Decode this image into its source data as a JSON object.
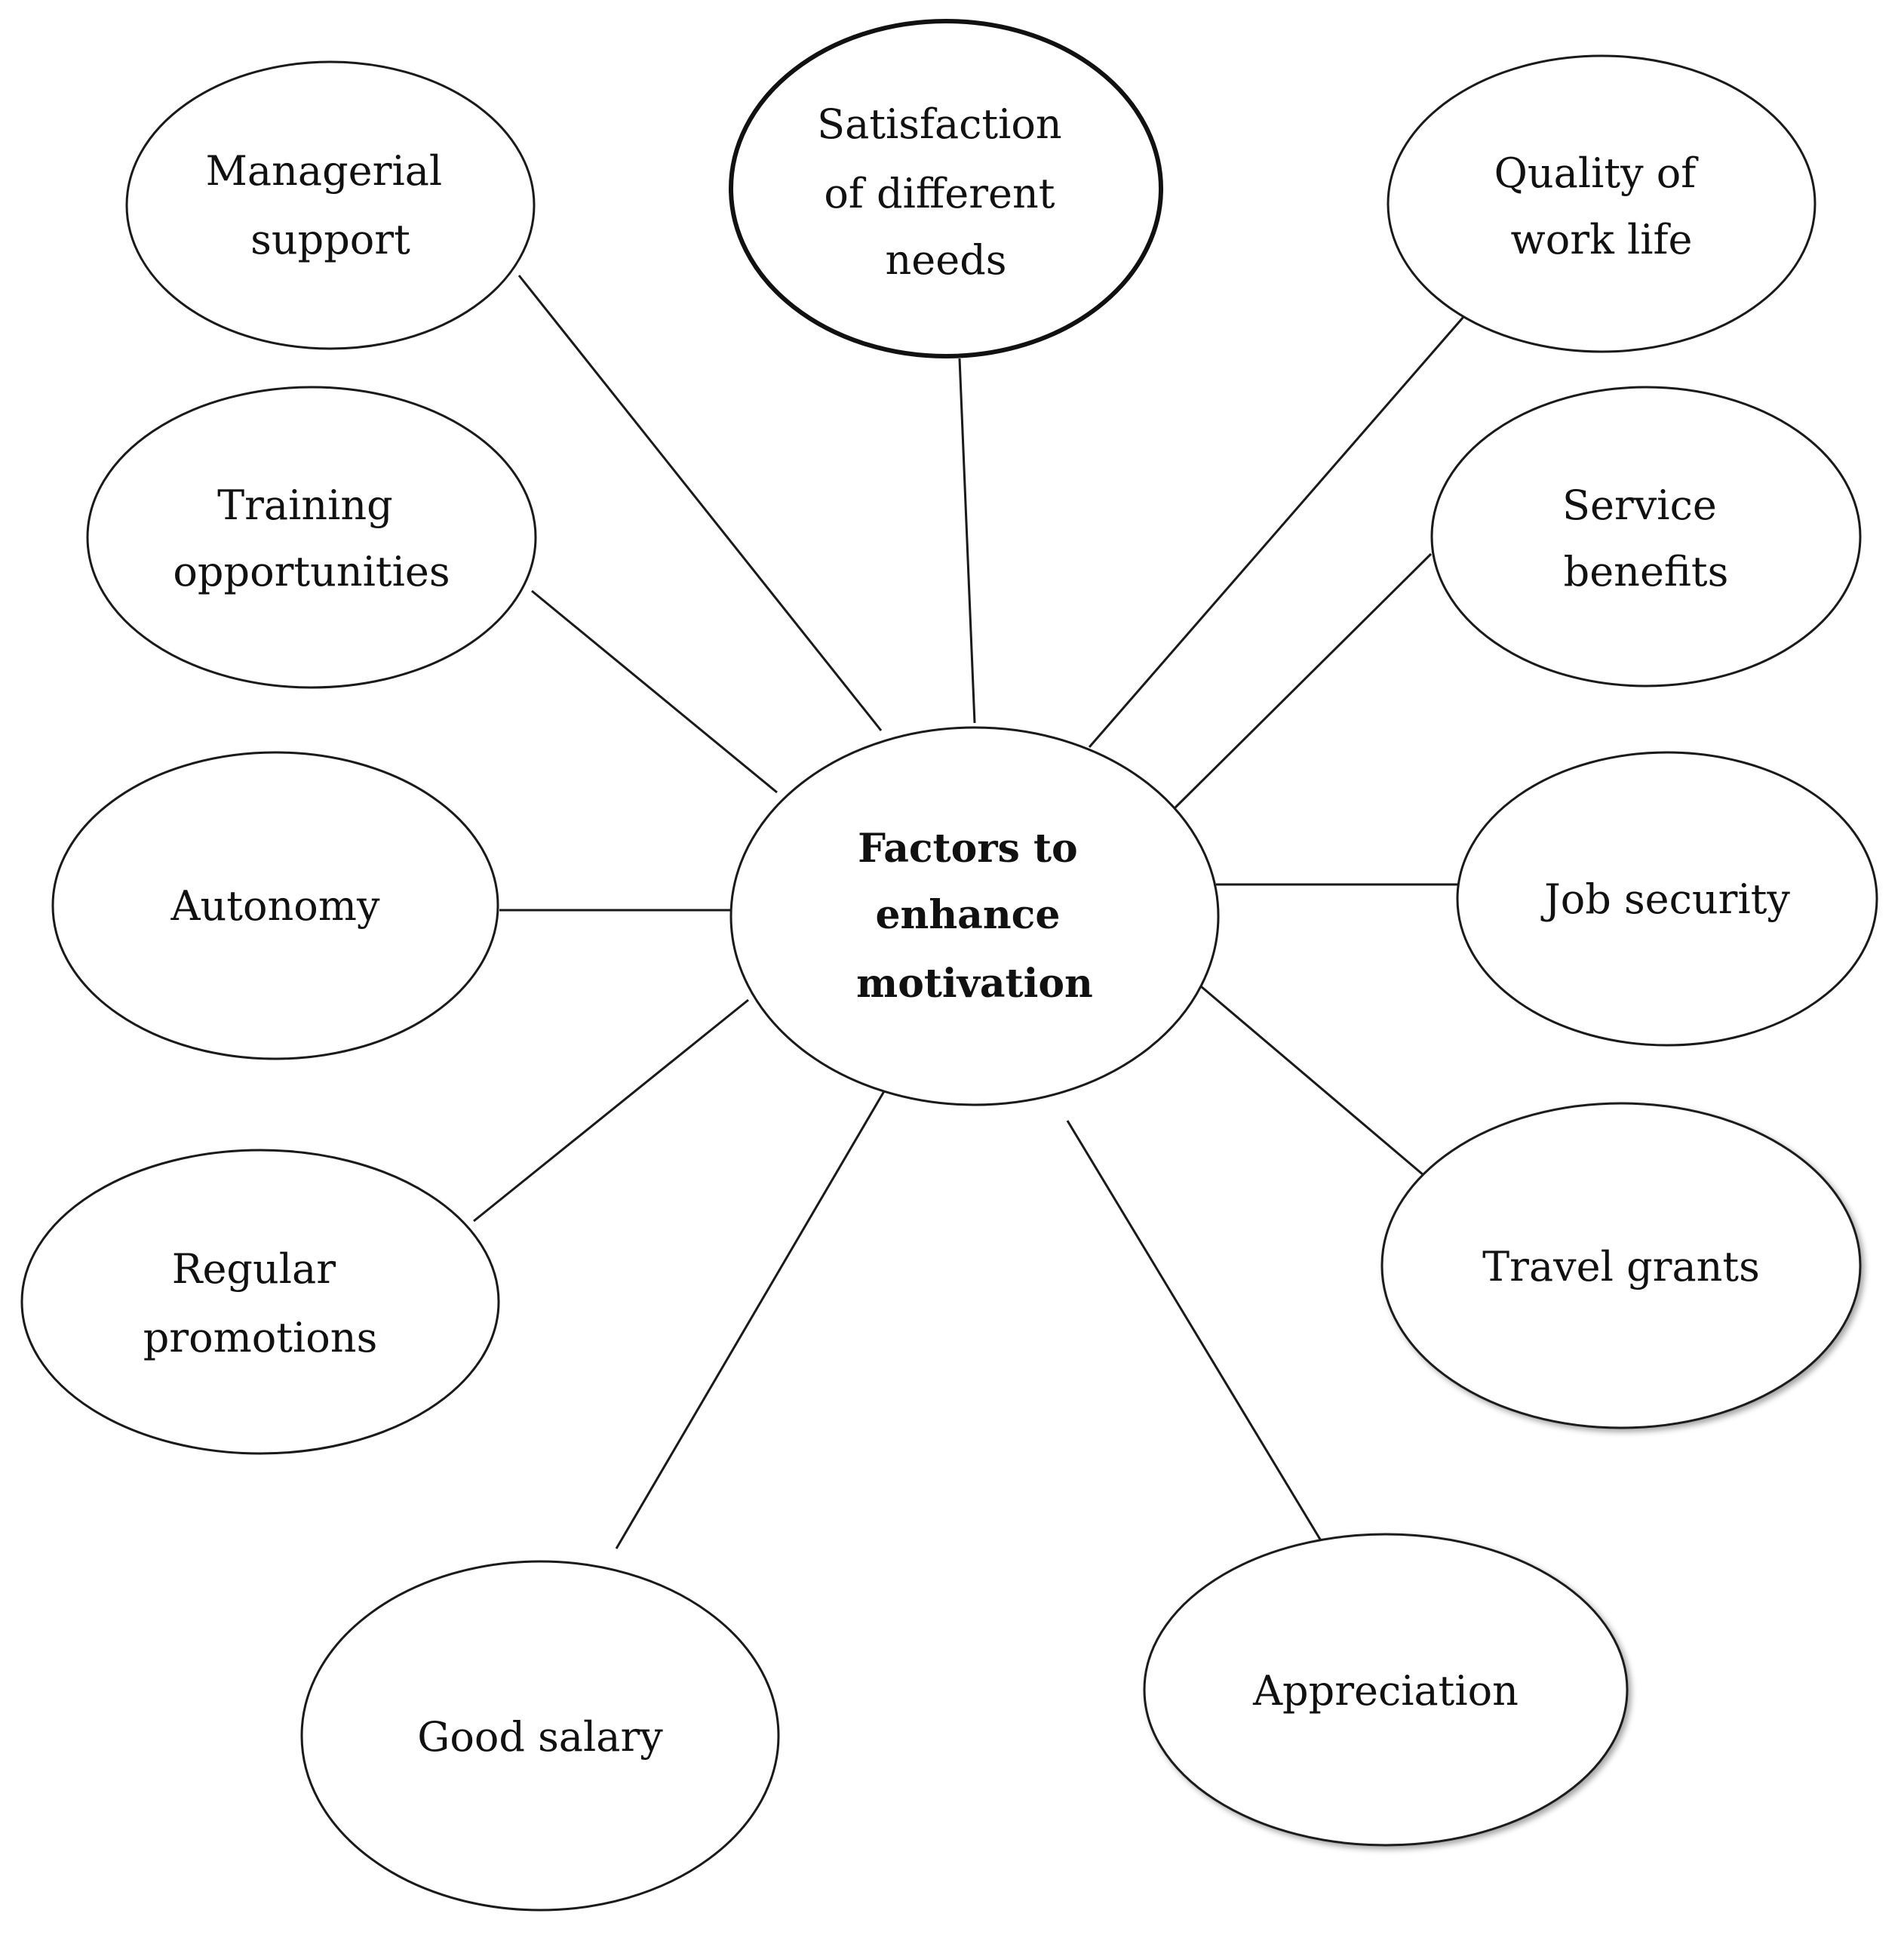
{
  "center": {
    "lines": [
      "Factors to",
      "enhance",
      "motivation"
    ]
  },
  "nodes": [
    {
      "id": "managerial-support",
      "lines": [
        "Managerial",
        "support"
      ]
    },
    {
      "id": "satisfaction-of-needs",
      "lines": [
        "Satisfaction",
        "of different",
        "needs"
      ]
    },
    {
      "id": "quality-of-work-life",
      "lines": [
        "Quality of",
        "work life"
      ]
    },
    {
      "id": "training-opportunities",
      "lines": [
        "Training",
        "opportunities"
      ]
    },
    {
      "id": "service-benefits",
      "lines": [
        "Service",
        "benefits"
      ]
    },
    {
      "id": "autonomy",
      "lines": [
        "Autonomy"
      ]
    },
    {
      "id": "job-security",
      "lines": [
        "Job security"
      ]
    },
    {
      "id": "regular-promotions",
      "lines": [
        "Regular",
        "promotions"
      ]
    },
    {
      "id": "travel-grants",
      "lines": [
        "Travel grants"
      ]
    },
    {
      "id": "good-salary",
      "lines": [
        "Good salary"
      ]
    },
    {
      "id": "appreciation",
      "lines": [
        "Appreciation"
      ]
    }
  ],
  "colors": {
    "stroke": "#1a1a1a",
    "text": "#111111",
    "background": "#ffffff"
  }
}
